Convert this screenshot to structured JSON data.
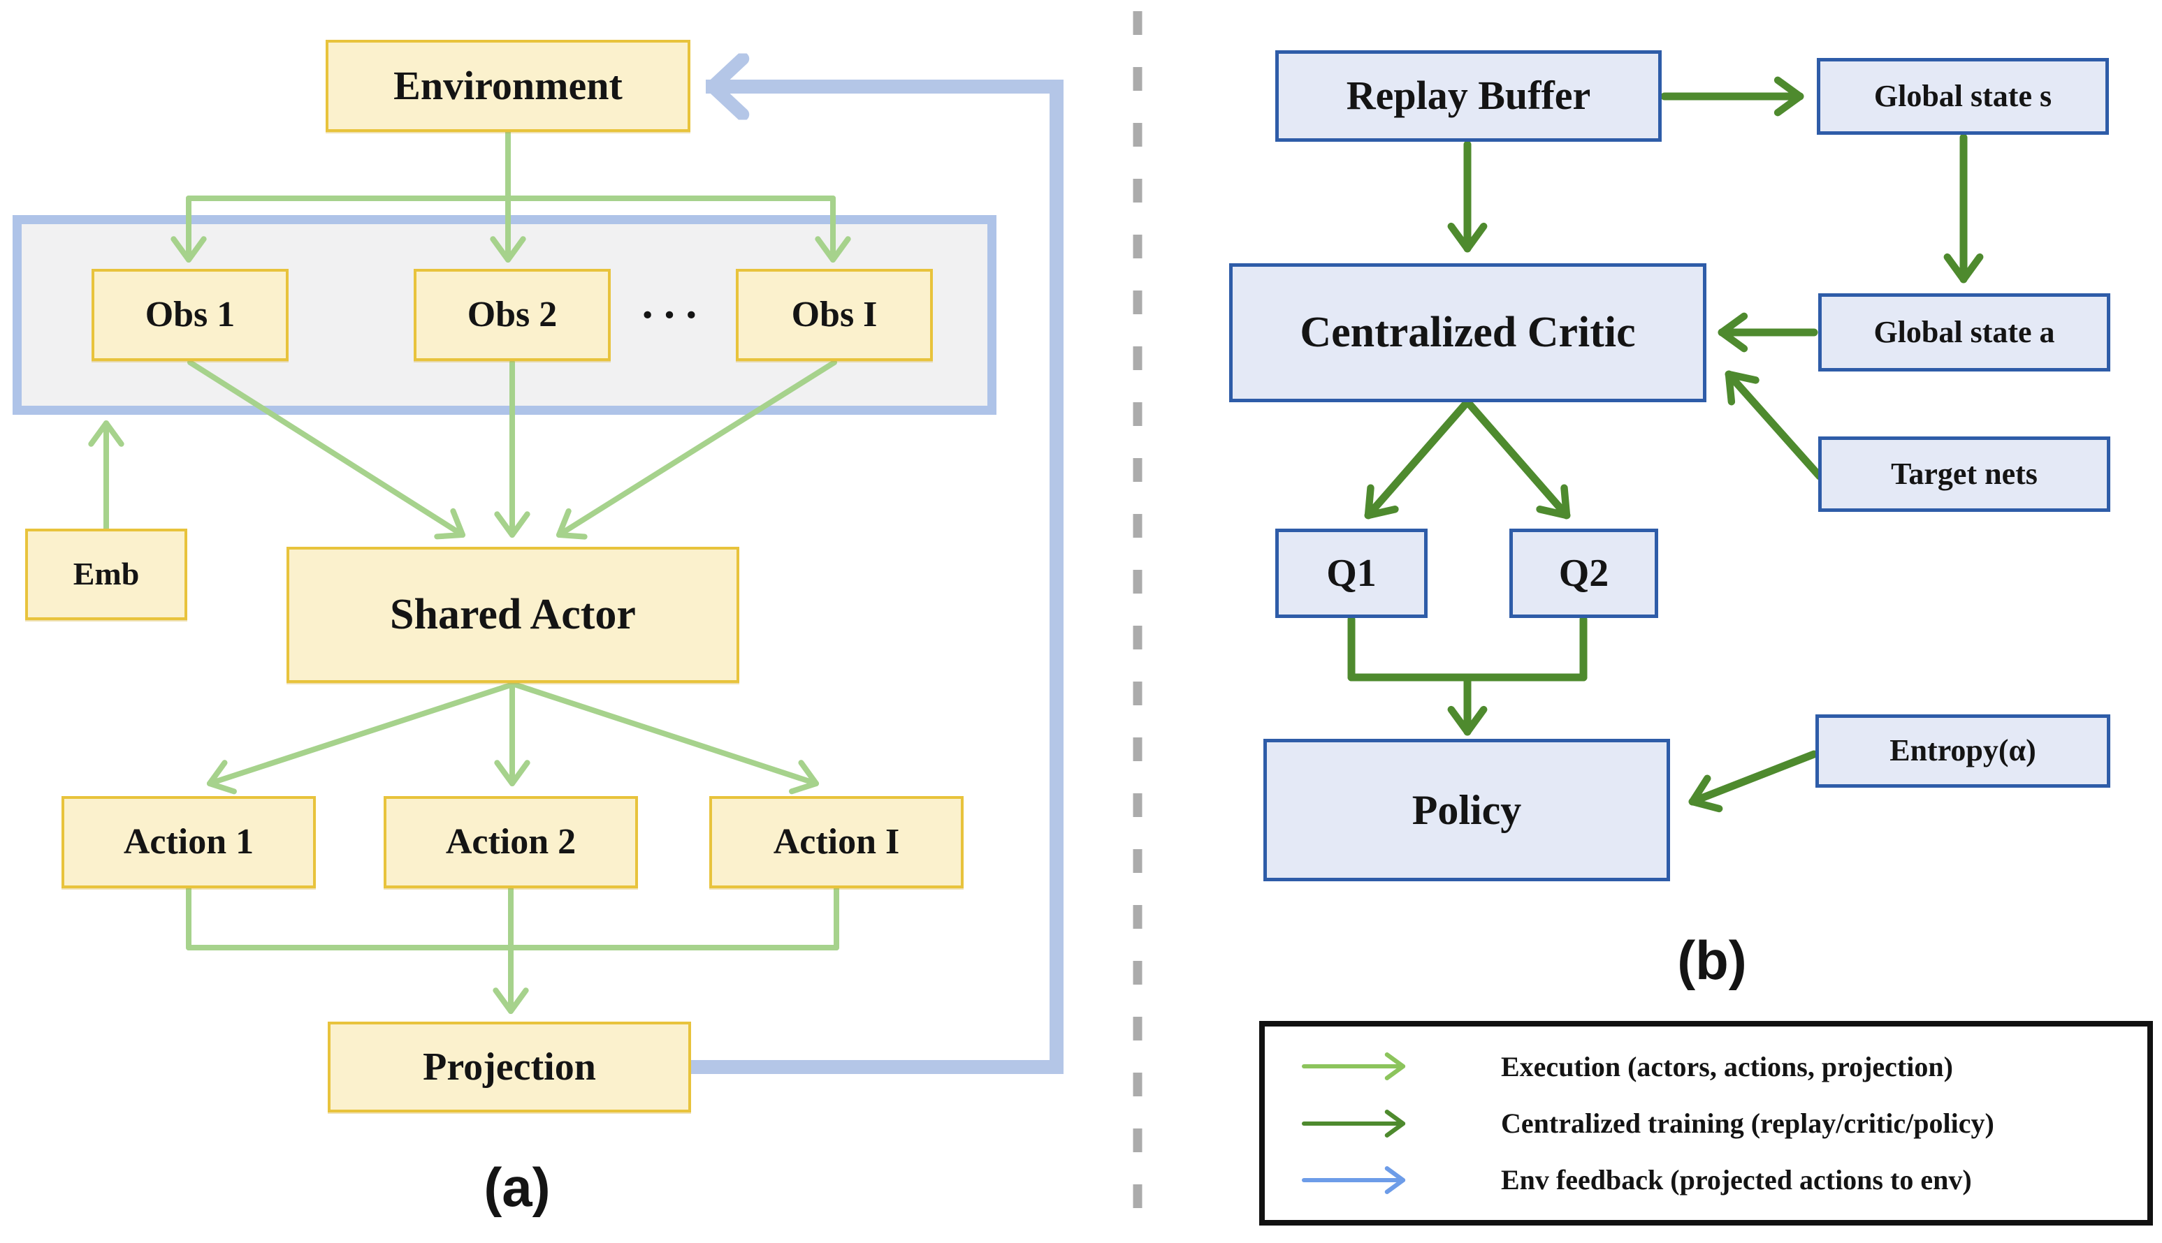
{
  "figure_title": "Multi-agent actor-critic architecture diagram",
  "panel_a": {
    "caption": "(a)",
    "nodes": {
      "env": "Environment",
      "obs1": "Obs 1",
      "obs2": "Obs 2",
      "dots": "···",
      "obsI": "Obs I",
      "emb": "Emb",
      "actor": "Shared Actor",
      "action1": "Action 1",
      "action2": "Action 2",
      "actionI": "Action I",
      "projection": "Projection"
    }
  },
  "panel_b": {
    "caption": "(b)",
    "nodes": {
      "replay": "Replay Buffer",
      "gss": "Global state s",
      "critic": "Centralized Critic",
      "gsa": "Global state a",
      "target": "Target nets",
      "q1": "Q1",
      "q2": "Q2",
      "policy": "Policy",
      "entropy": "Entropy(α)"
    }
  },
  "legend": {
    "items": [
      {
        "label": "Execution (actors, actions, projection)"
      },
      {
        "label": "Centralized training (replay/critic/policy)"
      },
      {
        "label": "Env feedback (projected actions to env)"
      }
    ]
  },
  "colors": {
    "yellow_fill": "#fbf1cd",
    "yellow_border": "#e8c33c",
    "blue_fill": "#e4e9f6",
    "blue_border": "#2e5ca8",
    "container_fill": "#f1f1f2",
    "container_border": "#aec3e8",
    "exec_green": "#a6d28c",
    "exec_green_legend": "#8cc45c",
    "train_green": "#4e8a2e",
    "feedback_blue": "#b4c6e7",
    "feedback_blue_legend": "#6d9ce8",
    "divider_gray": "#ababab",
    "legend_border": "#111111"
  }
}
